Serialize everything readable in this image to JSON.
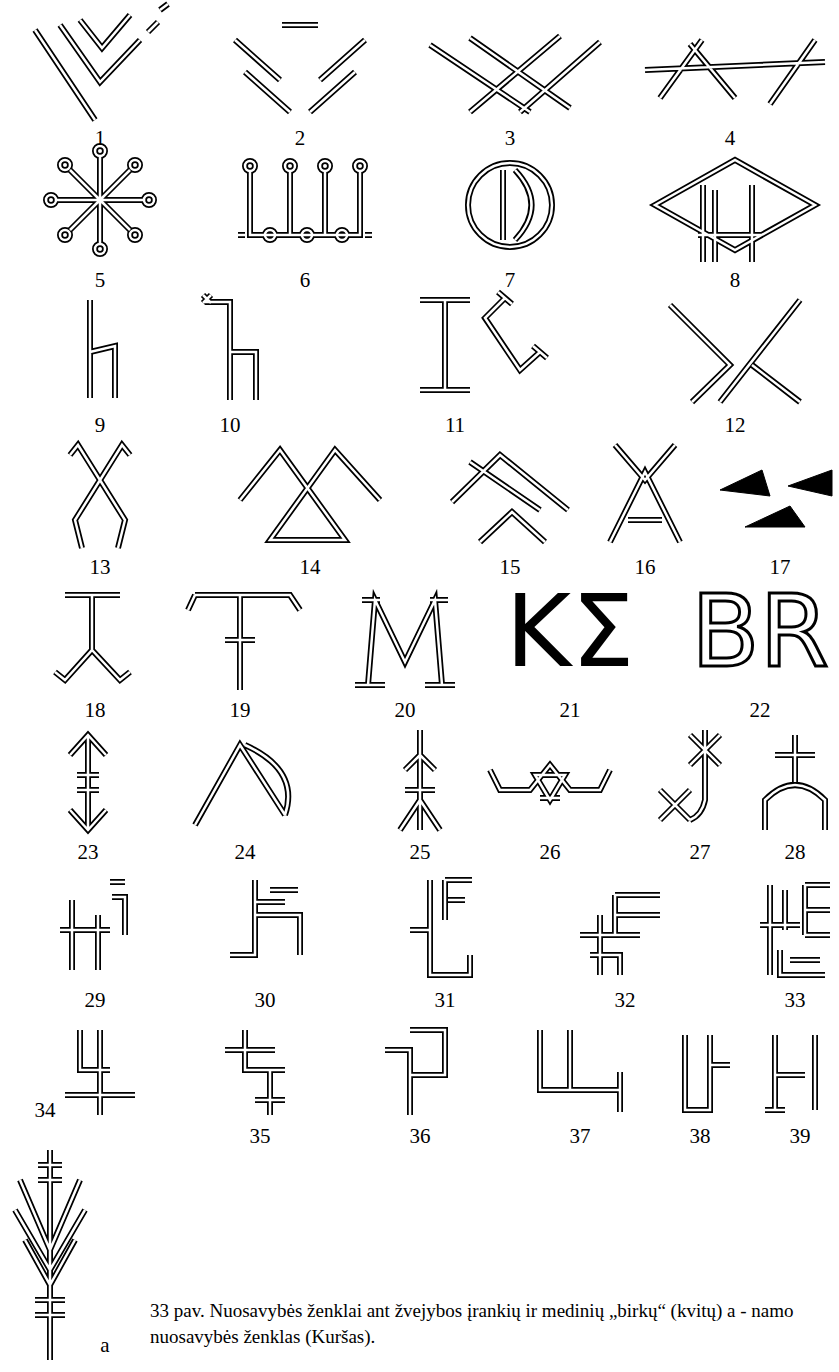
{
  "diagram": {
    "caption": "33 pav. Nuosavybės ženklai ant žvejybos įrankių ir medinių „birkų“ (kvitų) a - namo nuosavybės ženklas (Kuršas).",
    "labels": [
      "1",
      "2",
      "3",
      "4",
      "5",
      "6",
      "7",
      "8",
      "9",
      "10",
      "11",
      "12",
      "13",
      "14",
      "15",
      "16",
      "17",
      "18",
      "19",
      "20",
      "21",
      "22",
      "23",
      "24",
      "25",
      "26",
      "27",
      "28",
      "29",
      "30",
      "31",
      "32",
      "33",
      "34",
      "35",
      "36",
      "37",
      "38",
      "39",
      "a",
      "KΣ",
      "BR"
    ]
  }
}
